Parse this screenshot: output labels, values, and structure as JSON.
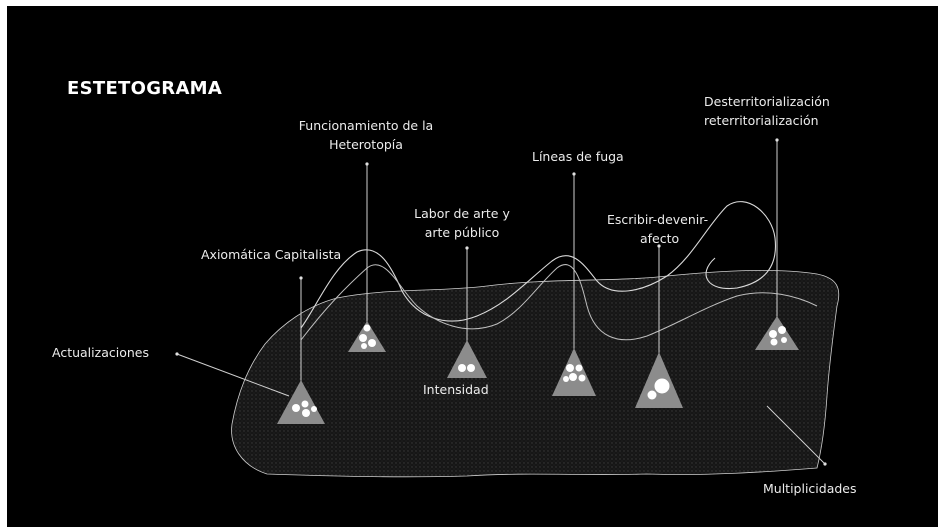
{
  "title": "ESTETOGRAMA",
  "labels": {
    "funcionamiento_line1": "Funcionamiento de la",
    "funcionamiento_line2": "Heterotopía",
    "axiomatica": "Axiomática Capitalista",
    "labor_line1": "Labor de arte y",
    "labor_line2": "arte público",
    "lineas_fuga": "Líneas de fuga",
    "escribir_line1": "Escribir-devenir-",
    "escribir_line2": "afecto",
    "desterritorializacion_line1": "Desterritorialización",
    "desterritorializacion_line2": "reterritorialización",
    "actualizaciones": "Actualizaciones",
    "intensidad": "Intensidad",
    "multiplicidades": "Multiplicidades"
  },
  "colors": {
    "background": "#000000",
    "text": "#ececec",
    "triangle": "#8c8c8c",
    "circle": "#ffffff",
    "line": "#d9d9d9",
    "region": "#1e1e1e"
  }
}
